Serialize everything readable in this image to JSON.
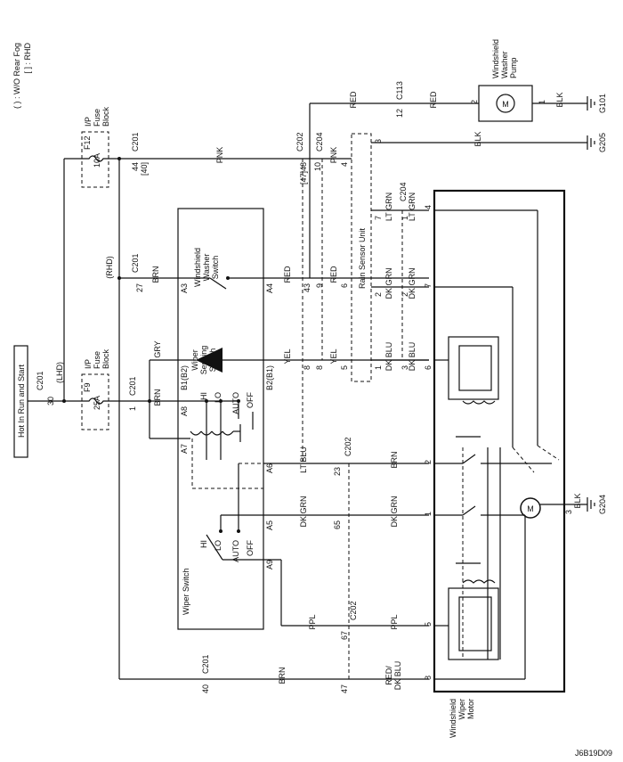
{
  "header": {
    "supply_label": "Hot In Run and Start",
    "legend_line1": "( ) : W/O Rear Fog",
    "legend_line2": "[ ] : RHD",
    "code": "J6B19D09"
  },
  "fuses": {
    "f12": {
      "block": [
        "I/P",
        "Fuse",
        "Block"
      ],
      "name": "F12",
      "rating": "10A"
    },
    "f9": {
      "block": [
        "I/P",
        "Fuse",
        "Block"
      ],
      "name": "F9",
      "rating": "25A"
    }
  },
  "components": {
    "wiper_switch": "Wiper Switch",
    "washer_switch": [
      "Windshield",
      "Washer",
      "Switch"
    ],
    "sensing_switch": [
      "Wiper",
      "Sensing",
      "Switch"
    ],
    "rain_sensor": "Rain Sensor Unit",
    "washer_pump": [
      "Windshield",
      "Washer",
      "Pump"
    ],
    "wiper_motor": [
      "Windshield",
      "Wiper",
      "Motor"
    ],
    "motor_symbol": "M"
  },
  "switch_positions": {
    "upper": [
      "HI",
      "LO",
      "AUTO",
      "OFF"
    ],
    "lower": [
      "HI",
      "LO",
      "AUTO",
      "OFF"
    ]
  },
  "wires": {
    "pnk": "PNK",
    "brn": "BRN",
    "red": "RED",
    "yel": "YEL",
    "gry": "GRY",
    "lt_blu": "LT BLU",
    "dk_grn": "DK GRN",
    "ppl": "PPL",
    "lt_grn": "LT GRN",
    "dk_blu": "DK BLU",
    "blk": "BLK",
    "red_dk_blu": [
      "RED/",
      "DK BLU"
    ]
  },
  "connectors": {
    "c201": "C201",
    "c202": "C202",
    "c204": "C204",
    "c113": "C113"
  },
  "grounds": {
    "g101": "G101",
    "g205": "G205",
    "g204": "G204"
  },
  "variants": {
    "lhd": "(LHD)",
    "rhd": "(RHD)"
  },
  "pins": {
    "c201_30": "30",
    "c201_44": "44",
    "c201_44_alt": "[40]",
    "c201_27": "27",
    "c201_1": "1",
    "c201_40": "40",
    "sw_a3": "A3",
    "sw_a4": "A4",
    "sw_a8": "A8",
    "sw_a7": "A7",
    "sw_a6": "A6",
    "sw_a5": "A5",
    "sw_a9": "A9",
    "sw_b1": "B1(B2)",
    "sw_b2": "B2(B1)",
    "c202_48": "[47]48",
    "c202_43": "43",
    "c202_8": "8",
    "c202_23": "23",
    "c202_65": "65",
    "c202_67": "67",
    "c202_47": "47",
    "c204_10": "10",
    "c204_9": "9",
    "c204_8": "8",
    "rs_4": "4",
    "rs_3": "3",
    "rs_6": "6",
    "rs_5": "5",
    "rs_7": "7",
    "rs_2": "2",
    "rs_1": "1",
    "c204_1": "1",
    "c204_2": "2",
    "c204_3": "3",
    "m_4": "4",
    "m_7": "7",
    "m_6": "6",
    "m_2": "2",
    "m_1": "1",
    "m_5": "5",
    "m_8": "8",
    "m_3": "3",
    "c113_12": "12",
    "pump_2": "2",
    "pump_1": "1"
  }
}
